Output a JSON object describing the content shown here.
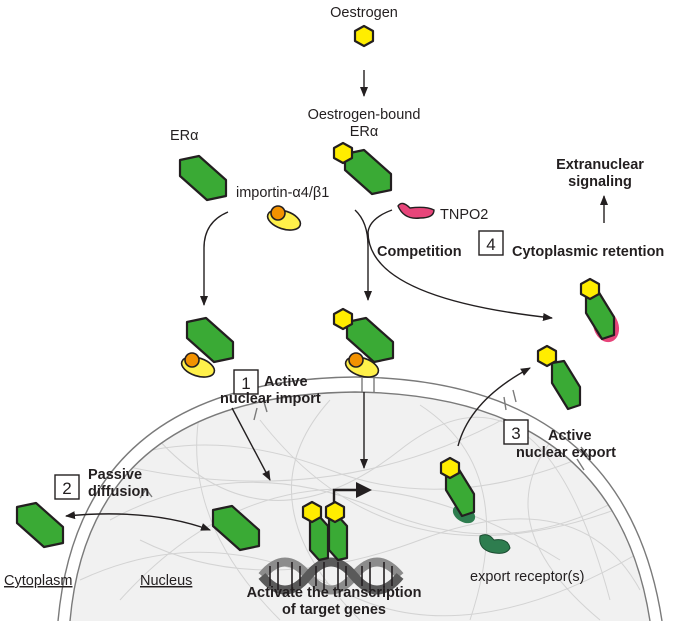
{
  "labels": {
    "oestrogen": "Oestrogen",
    "oestrogen_bound_1": "Oestrogen-bound",
    "oestrogen_bound_2": "ERα",
    "era": "ERα",
    "importin": "importin-α4/β1",
    "tnpo2": "TNPO2",
    "extranuclear_1": "Extranuclear",
    "extranuclear_2": "signaling",
    "competition": "Competition",
    "cytoplasmic_retention": "Cytoplasmic retention",
    "active_import_1": "Active",
    "active_import_2": "nuclear import",
    "passive_1": "Passive",
    "passive_2": "diffusion",
    "active_export_1": "Active",
    "active_export_2": "nuclear export",
    "export_receptor": "export receptor(s)",
    "cytoplasm": "Cytoplasm",
    "nucleus": "Nucleus",
    "transcription_1": "Activate the transcription",
    "transcription_2": "of target genes"
  },
  "steps": {
    "import": "1",
    "passive": "2",
    "export": "3",
    "competition": "4"
  },
  "colors": {
    "receptor_green": "#3aaa35",
    "oestrogen_yellow": "#ffed00",
    "importin_yellow": "#fff04a",
    "importin_orange": "#f39200",
    "tnpo2_pink": "#e7457a",
    "export_receptor_green": "#2e7d4f",
    "outline": "#231f20"
  }
}
